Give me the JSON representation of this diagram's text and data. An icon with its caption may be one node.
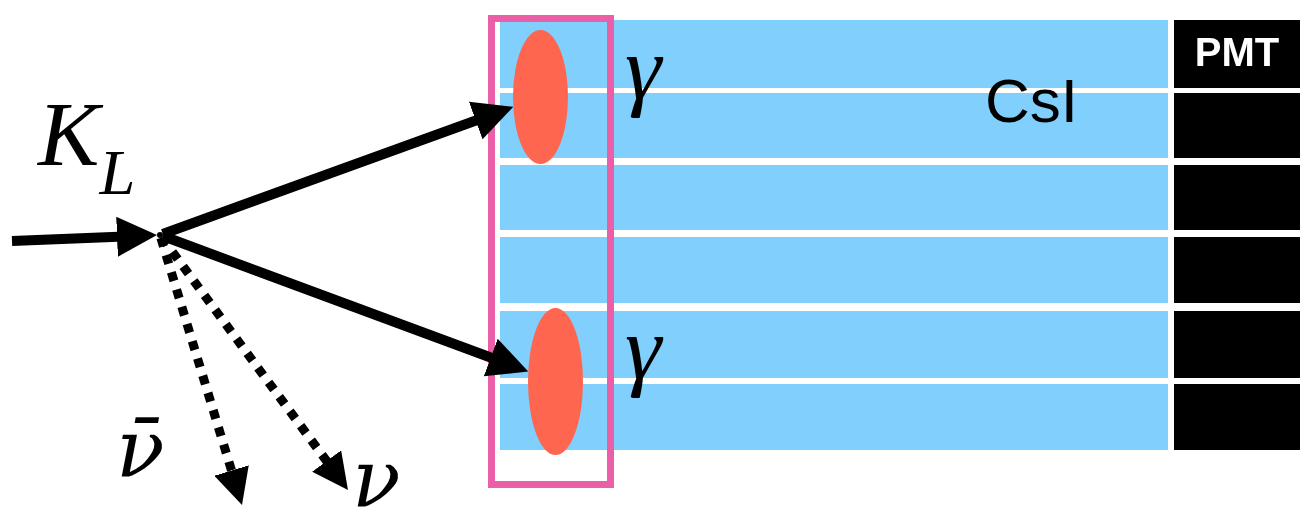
{
  "diagram": {
    "nodes": [
      {
        "text": [],
        "shape": "dot"
      },
      {
        "text": [],
        "shape": "box"
      },
      {
        "text": [],
        "shape": "ellipse",
        "in": 1
      },
      {
        "text": [],
        "shape": "ellipse",
        "in": 1
      },
      {
        "text": [],
        "shape": "bar"
      },
      {
        "text": [],
        "shape": "bar"
      },
      {
        "text": [],
        "shape": "bar"
      },
      {
        "text": [],
        "shape": "bar"
      },
      {
        "text": [],
        "shape": "bar"
      },
      {
        "text": [],
        "shape": "bar"
      },
      {
        "text": [
          "PMT"
        ]
      },
      {
        "text": [],
        "shape": "box"
      },
      {
        "text": [],
        "shape": "box"
      },
      {
        "text": [],
        "shape": "box"
      },
      {
        "text": [],
        "shape": "box"
      },
      {
        "text": [],
        "shape": "box"
      }
    ],
    "edges": [
      {
        "from": null,
        "to": 0,
        "arrow": "to"
      },
      {
        "from": 0,
        "to": 2,
        "arrow": "to"
      },
      {
        "from": 0,
        "to": 3,
        "arrow": "to"
      },
      {
        "from": 0,
        "to": null,
        "arrow": "to",
        "style": "dashed",
        "label": "ν̄"
      },
      {
        "from": 0,
        "to": null,
        "arrow": "to",
        "style": "dashed",
        "label": "ν"
      }
    ],
    "labels": [
      "K$_{L}$",
      "γ",
      "CsI",
      "γ"
    ]
  }
}
